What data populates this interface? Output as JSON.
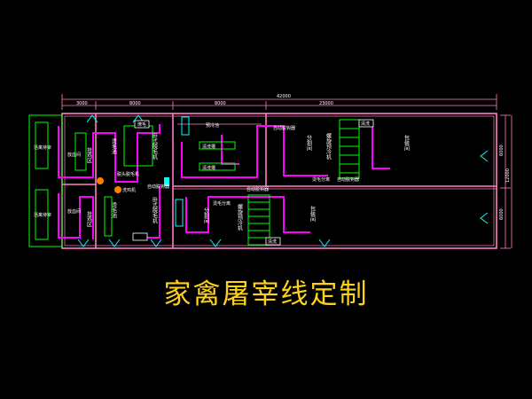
{
  "dimensions": {
    "total": "42000",
    "seg1": "3000",
    "seg2": "8000",
    "seg3": "8000",
    "seg4": "23000",
    "right_upper": "6000",
    "right_lower": "6000",
    "right_total": "12000"
  },
  "rooms": {
    "live_poultry_top": "活禽待宰",
    "live_poultry_bottom": "活禽待宰",
    "hanging_top": "挂鸡区",
    "hanging_bottom": "挂鸡区",
    "bleed_top": "放血间",
    "bleed_bottom": "放血间",
    "scald_top": "烫毛池",
    "scald_bottom": "烫毛池",
    "dehair_top": "卧式脱毛机",
    "dehair_bottom": "卧式脱毛机",
    "dehair_wax": "脱头脱毛机",
    "wash": "洗鸡机",
    "singe": "燎毛",
    "pre_cool": "预冷池",
    "wash_top": "清洗槽",
    "wash_bottom": "清洗槽",
    "cut_top": "分割间",
    "cut_bottom": "分割间",
    "auto_top": "自动脱钩器",
    "auto_bottom": "自动脱钩器",
    "pack_top": "包装间",
    "pack_bottom": "包装间",
    "wash_upper": "清洗",
    "wash_lower": "清洗",
    "cool_top": "螺旋预冷机",
    "cool_bottom": "螺旋预冷机",
    "sep_top": "烫毛分离",
    "sep_bottom": "自动脱钩器"
  },
  "title": "家禽屠宰线定制",
  "colors": {
    "wall": "#ff80c0",
    "magenta": "#ff00ff",
    "green": "#00ff00",
    "cyan": "#00ffff",
    "white": "#ffffff",
    "yellow": "#ffd21a",
    "orange": "#ff8000"
  }
}
